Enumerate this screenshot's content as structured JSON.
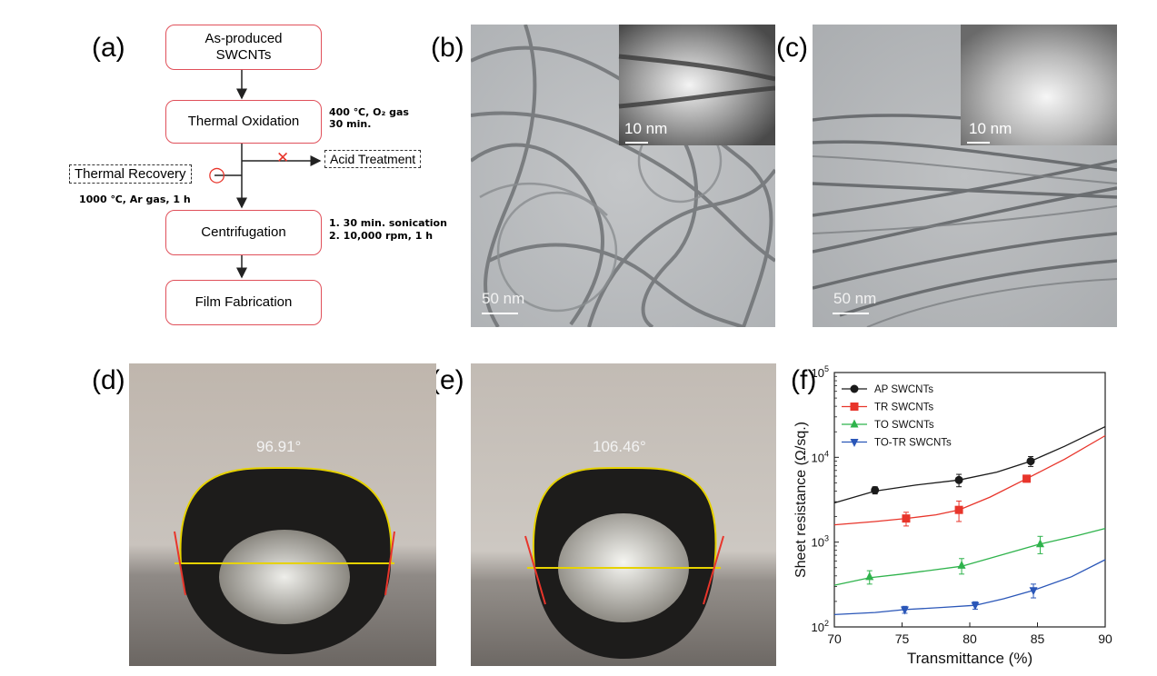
{
  "panels": {
    "a": "(a)",
    "b": "(b)",
    "c": "(c)",
    "d": "(d)",
    "e": "(e)",
    "f": "(f)"
  },
  "flowchart": {
    "step1_line1": "As-produced",
    "step1_line2": "SWCNTs",
    "step2": "Thermal Oxidation",
    "step2_note_line1": "400 ℃, O₂ gas",
    "step2_note_line2": "30 min.",
    "branch_right": "Acid Treatment",
    "branch_right_mark": "✕",
    "branch_left": "Thermal Recovery",
    "branch_left_mark": "○",
    "branch_left_note": "1000 ℃, Ar gas, 1 h",
    "step3": "Centrifugation",
    "step3_note_line1": "1.   30 min. sonication",
    "step3_note_line2": "2.   10,000 rpm, 1 h",
    "step4": "Film Fabrication"
  },
  "tem_b": {
    "inset_scale": "10 nm",
    "main_scale": "50 nm"
  },
  "tem_c": {
    "inset_scale": "10 nm",
    "main_scale": "50 nm"
  },
  "contact_d": {
    "angle": "96.91°"
  },
  "contact_e": {
    "angle": "106.46°"
  },
  "chart_data": {
    "type": "line",
    "xlabel": "Transmittance (%)",
    "ylabel": "Sheet resistance (Ω/sq.)",
    "xlim": [
      70,
      90
    ],
    "ylim": [
      100,
      100000
    ],
    "yscale": "log",
    "xticks": [
      "70",
      "75",
      "80",
      "85",
      "90"
    ],
    "yticks": [
      {
        "base": "10",
        "exp": "2"
      },
      {
        "base": "10",
        "exp": "3"
      },
      {
        "base": "10",
        "exp": "4"
      },
      {
        "base": "10",
        "exp": "5"
      }
    ],
    "legend_position": "top-left",
    "series": [
      {
        "name": "AP SWCNTs",
        "color": "#1a1a1a",
        "marker": "circle",
        "points": [
          [
            73.0,
            4100
          ],
          [
            79.2,
            5400
          ],
          [
            84.5,
            9000
          ]
        ],
        "errors": [
          400,
          900,
          1200
        ],
        "fit": [
          [
            70,
            2900
          ],
          [
            73,
            4000
          ],
          [
            76,
            4700
          ],
          [
            79.2,
            5400
          ],
          [
            82,
            6700
          ],
          [
            84.5,
            9000
          ],
          [
            87,
            13500
          ],
          [
            90,
            23000
          ]
        ]
      },
      {
        "name": "TR SWCNTs",
        "color": "#e8352b",
        "marker": "square",
        "points": [
          [
            75.3,
            1900
          ],
          [
            79.2,
            2400
          ],
          [
            84.2,
            5600
          ]
        ],
        "errors": [
          350,
          650,
          500
        ],
        "fit": [
          [
            70,
            1600
          ],
          [
            73,
            1750
          ],
          [
            75.3,
            1900
          ],
          [
            77.5,
            2100
          ],
          [
            79.2,
            2400
          ],
          [
            81.5,
            3400
          ],
          [
            84.2,
            5600
          ],
          [
            87,
            9500
          ],
          [
            90,
            18000
          ]
        ]
      },
      {
        "name": "TO SWCNTs",
        "color": "#2fb34c",
        "marker": "triangle-up",
        "points": [
          [
            72.6,
            390
          ],
          [
            79.4,
            530
          ],
          [
            85.2,
            950
          ]
        ],
        "errors": [
          70,
          110,
          220
        ],
        "fit": [
          [
            70,
            310
          ],
          [
            72.6,
            380
          ],
          [
            75,
            420
          ],
          [
            79.4,
            520
          ],
          [
            82,
            680
          ],
          [
            85.2,
            950
          ],
          [
            88,
            1200
          ],
          [
            90,
            1450
          ]
        ]
      },
      {
        "name": "TO-TR SWCNTs",
        "color": "#2a56b8",
        "marker": "triangle-down",
        "points": [
          [
            75.2,
            160
          ],
          [
            80.4,
            180
          ],
          [
            84.7,
            270
          ]
        ],
        "errors": [
          15,
          18,
          50
        ],
        "fit": [
          [
            70,
            140
          ],
          [
            73,
            148
          ],
          [
            75.2,
            160
          ],
          [
            78,
            170
          ],
          [
            80.4,
            180
          ],
          [
            82.5,
            215
          ],
          [
            84.7,
            270
          ],
          [
            87.5,
            390
          ],
          [
            90,
            620
          ]
        ]
      }
    ]
  }
}
